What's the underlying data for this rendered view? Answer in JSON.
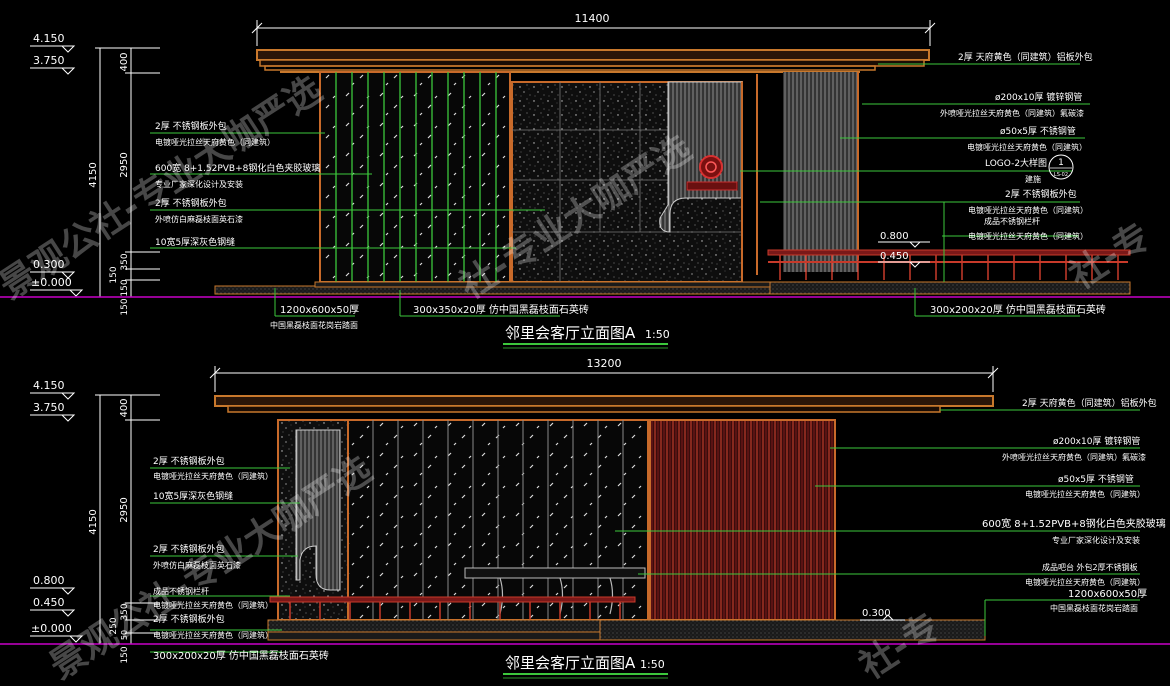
{
  "colors": {
    "background": "#000000",
    "dim_line": "#ffffff",
    "leader_green": "#3cc83c",
    "roof_orange": "#c8782c",
    "column_orange": "#c86a2a",
    "ground_magenta": "#c800c8",
    "panel_red": "#8a2020",
    "watermark": "#6a6a6a"
  },
  "watermark": {
    "text": "景观公社-专业大咖严选",
    "text_mid": "社-专业大咖严选",
    "text_right": "社-专"
  },
  "top": {
    "overall_width": "11400",
    "title": "邻里会客厅立面图A",
    "scale": "1:50",
    "levels": {
      "l4150": "4.150",
      "l3750": "3.750",
      "l0300": "0.300",
      "l0000": "±0.000"
    },
    "vdims": {
      "total": "4150",
      "d400": "400",
      "d2950": "2950",
      "d350": "350",
      "d150a": "150",
      "d150b": "150",
      "d150c": "150"
    },
    "left_notes": [
      {
        "a": "2厚 不锈钢板外包",
        "b": "电镀哑光拉丝天府黄色（同建筑）"
      },
      {
        "a": "600宽 8+1.52PVB+8钢化白色夹胶玻璃",
        "b": "专业厂家深化设计及安装"
      },
      {
        "a": "2厚 不锈钢板外包",
        "b": "外喷仿白麻磊枝面英石漆"
      },
      {
        "a": "10宽5厚深灰色钢缝",
        "b": ""
      }
    ],
    "right_notes": [
      {
        "a": "2厚 天府黄色（同建筑）铝板外包",
        "b": ""
      },
      {
        "a": "ø200x10厚 镀锌钢管",
        "b": "外喷哑光拉丝天府黄色（同建筑）氟碳漆"
      },
      {
        "a": "ø50x5厚 不锈钢管",
        "b": "电镀哑光拉丝天府黄色（同建筑）"
      },
      {
        "a": "LOGO-2大样图",
        "b": ""
      },
      {
        "a": "2厚 不锈钢板外包",
        "b": "电镀哑光拉丝天府黄色（同建筑）"
      },
      {
        "a": "成品不锈钢栏杆",
        "b": "电镀哑光拉丝天府黄色（同建筑）"
      }
    ],
    "logo_tag": "1",
    "logo_sub": "LS-02",
    "logo_word": "建施",
    "bench_levels": {
      "b0800": "0.800",
      "b0450": "0.450"
    },
    "bottom_notes": [
      {
        "a": "1200x600x50厚",
        "b": "中国黑磊枝面花岗岩踏面"
      },
      {
        "a": "300x350x20厚 仿中国黑磊枝面石英砖",
        "b": ""
      },
      {
        "a": "300x200x20厚 仿中国黑磊枝面石英砖",
        "b": ""
      }
    ]
  },
  "bottom": {
    "overall_width": "13200",
    "title": "邻里会客厅立面图A",
    "scale": "1:50",
    "levels": {
      "l4150": "4.150",
      "l3750": "3.750",
      "l0800": "0.800",
      "l0450": "0.450",
      "l0000": "±0.000",
      "l0300": "0.300"
    },
    "vdims": {
      "total": "4150",
      "d400": "400",
      "d2950": "2950",
      "d350": "350",
      "d250": "250",
      "d50": "50",
      "d150": "150"
    },
    "left_notes": [
      {
        "a": "2厚 不锈钢板外包",
        "b": "电镀哑光拉丝天府黄色（同建筑）"
      },
      {
        "a": "10宽5厚深灰色钢缝",
        "b": ""
      },
      {
        "a": "2厚 不锈钢板外包",
        "b": "外喷仿白麻磊枝面英石漆"
      },
      {
        "a": "成品不锈钢栏杆",
        "b": "电镀哑光拉丝天府黄色（同建筑）"
      },
      {
        "a": "2厚 不锈钢板外包",
        "b": "电镀哑光拉丝天府黄色（同建筑）"
      },
      {
        "a": "300x200x20厚 仿中国黑磊枝面石英砖",
        "b": ""
      }
    ],
    "right_notes": [
      {
        "a": "2厚 天府黄色（同建筑）铝板外包",
        "b": ""
      },
      {
        "a": "ø200x10厚 镀锌钢管",
        "b": "外喷哑光拉丝天府黄色（同建筑）氟碳漆"
      },
      {
        "a": "ø50x5厚 不锈钢管",
        "b": "电镀哑光拉丝天府黄色（同建筑）"
      },
      {
        "a": "600宽 8+1.52PVB+8钢化白色夹胶玻璃",
        "b": "专业厂家深化设计及安装"
      },
      {
        "a": "成品吧台 外包2厚不锈钢板",
        "b": "电镀哑光拉丝天府黄色（同建筑）"
      },
      {
        "a": "1200x600x50厚",
        "b": "中国黑磊枝面花岗岩踏面"
      }
    ]
  }
}
